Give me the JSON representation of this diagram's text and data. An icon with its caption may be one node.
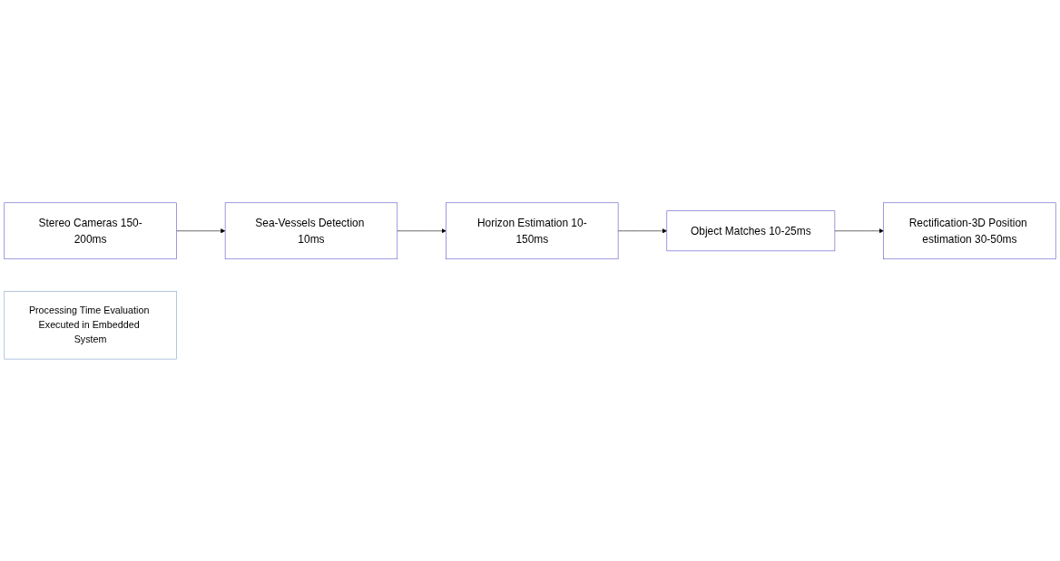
{
  "diagram": {
    "nodes": [
      {
        "text": [
          "Stereo Cameras 150-200ms"
        ]
      },
      {
        "text": [
          "Sea-Vessels Detection 10ms"
        ]
      },
      {
        "text": [
          "Horizon Estimation 10-150ms"
        ]
      },
      {
        "text": [
          "Object Matches 10-25ms"
        ]
      },
      {
        "text": [
          "Rectification-3D Position estimation 30-50ms"
        ]
      },
      {
        "text": [
          "Processing Time Evaluation Executed in Embedded System"
        ]
      }
    ],
    "edges": [
      {
        "from": 0,
        "to": 1,
        "arrow": "to"
      },
      {
        "from": 1,
        "to": 2,
        "arrow": "to"
      },
      {
        "from": 2,
        "to": 3,
        "arrow": "to"
      },
      {
        "from": 3,
        "to": 4,
        "arrow": "to"
      }
    ]
  }
}
